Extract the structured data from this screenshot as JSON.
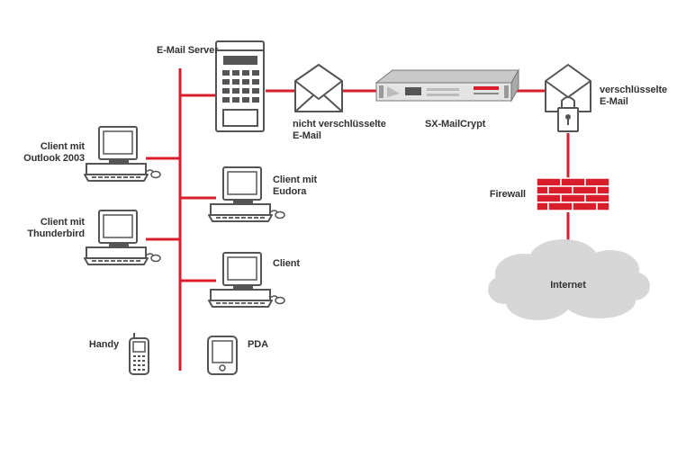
{
  "colors": {
    "accent": "#d81e2c",
    "device_outline": "#555555",
    "cloud_fill": "#d7d7d7"
  },
  "nodes": {
    "mail_server": {
      "label": "E-Mail Server",
      "icon": "server-tower-icon"
    },
    "client_outlook": {
      "line1": "Client mit",
      "line2": "Outlook 2003",
      "icon": "desktop-computer-icon"
    },
    "client_eudora": {
      "line1": "Client mit",
      "line2": "Eudora",
      "icon": "desktop-computer-icon"
    },
    "client_thunderbird": {
      "line1": "Client mit",
      "line2": "Thunderbird",
      "icon": "desktop-computer-icon"
    },
    "client": {
      "label": "Client",
      "icon": "desktop-computer-icon"
    },
    "handy": {
      "label": "Handy",
      "icon": "mobile-phone-icon"
    },
    "pda": {
      "label": "PDA",
      "icon": "pda-icon"
    },
    "plain_mail": {
      "line1": "nicht verschlüsselte",
      "line2": "E-Mail",
      "icon": "envelope-icon"
    },
    "mailcrypt": {
      "label": "SX-MailCrypt",
      "icon": "rack-appliance-icon"
    },
    "encrypted_mail": {
      "line1": "verschlüsselte",
      "line2": "E-Mail",
      "icon": "envelope-lock-icon"
    },
    "firewall": {
      "label": "Firewall",
      "icon": "brick-wall-icon"
    },
    "internet": {
      "label": "Internet",
      "icon": "cloud-icon"
    }
  }
}
